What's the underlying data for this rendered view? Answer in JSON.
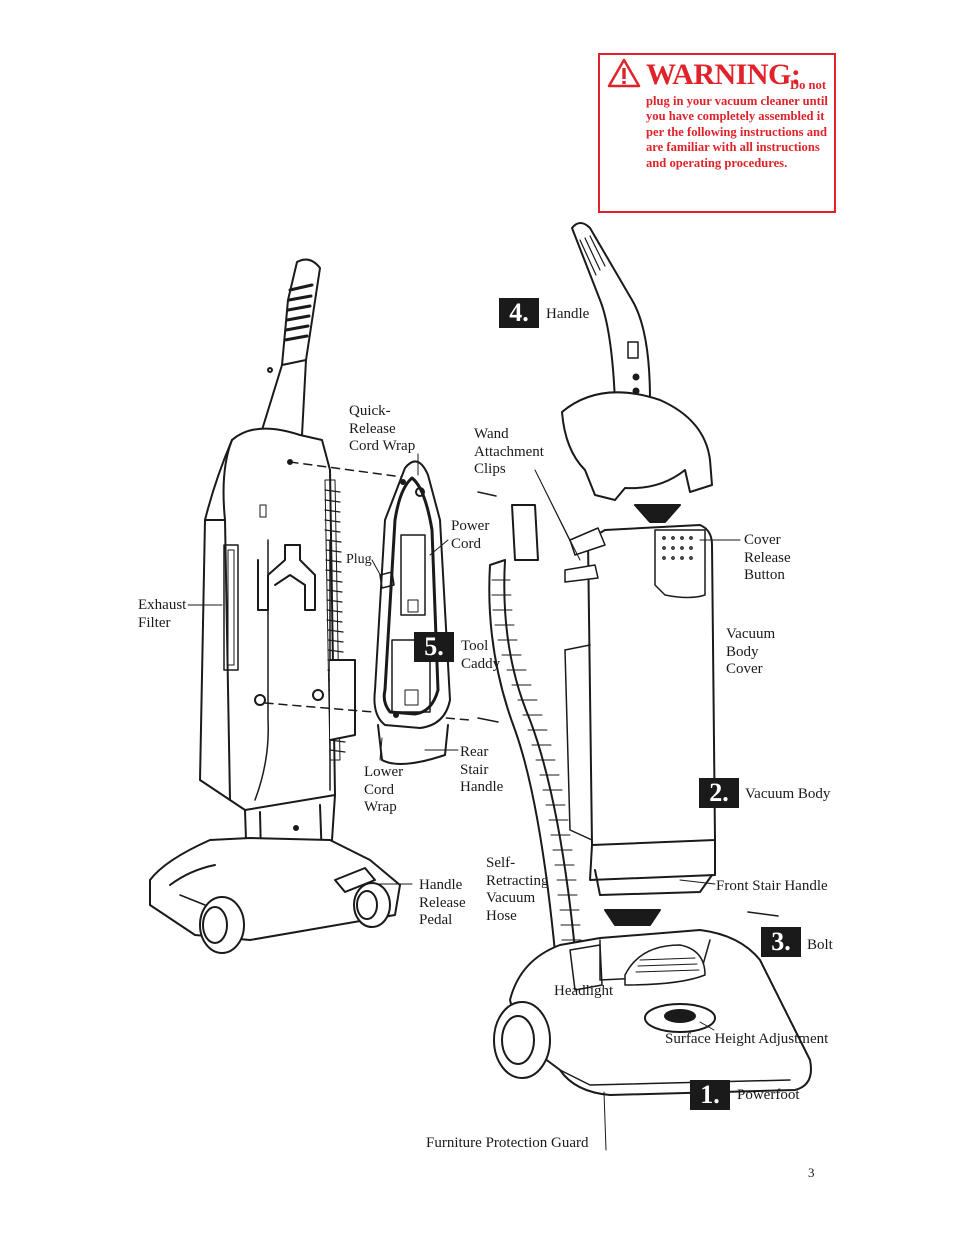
{
  "warning": {
    "title": "WARNING:",
    "text": "Do not plug in your vacuum cleaner until you have completely assembled it per the following instructions and are familiar with all instructions and operating procedures."
  },
  "labels": {
    "quick_release_cord_wrap": "Quick-\nRelease\nCord Wrap",
    "wand_attachment_clips": "Wand\nAttachment\nClips",
    "handle": "Handle",
    "power_cord": "Power\nCord",
    "plug": "Plug",
    "exhaust_filter": "Exhaust\nFilter",
    "tool_caddy": "Tool\nCaddy",
    "cover_release_button": "Cover\nRelease\nButton",
    "vacuum_body_cover": "Vacuum\nBody\nCover",
    "rear_stair_handle": "Rear\nStair\nHandle",
    "lower_cord_wrap": "Lower\nCord\nWrap",
    "vacuum_body": "Vacuum Body",
    "self_retracting_vacuum_hose": "Self-\nRetracting\nVacuum\nHose",
    "handle_release_pedal": "Handle\nRelease\nPedal",
    "front_stair_handle": "Front Stair Handle",
    "bolt": "Bolt",
    "headlight": "Headlight",
    "surface_height_adjustment": "Surface Height Adjustment",
    "powerfoot": "Powerfoot",
    "furniture_protection_guard": "Furniture Protection Guard"
  },
  "steps": {
    "one": "1.",
    "two": "2.",
    "three": "3.",
    "four": "4.",
    "five": "5."
  },
  "page_number": "3",
  "colors": {
    "warning": "#e0232b",
    "ink": "#1a1a1a",
    "paper": "#ffffff"
  }
}
